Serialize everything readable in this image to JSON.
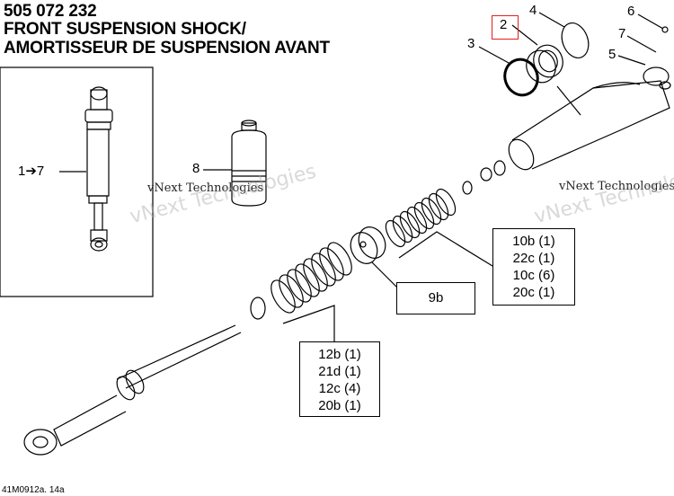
{
  "header": {
    "part_number": "505 072 232",
    "title_en": "FRONT SUSPENSION SHOCK/",
    "title_fr": "AMORTISSEUR DE SUSPENSION AVANT"
  },
  "callouts": {
    "c1to7": "1➔7",
    "c8": "8",
    "c2": "2",
    "c3": "3",
    "c4": "4",
    "c5": "5",
    "c6": "6",
    "c7": "7"
  },
  "boxes": {
    "box_9b": "9b",
    "box_right": [
      "10b (1)",
      "22c (1)",
      "10c (6)",
      "20c (1)"
    ],
    "box_bottom": [
      "12b (1)",
      "21d (1)",
      "12c (4)",
      "20b (1)"
    ]
  },
  "watermarks": {
    "small_left": "vNext Technologies",
    "small_right": "vNext Technologies",
    "big_left": "vNext Technologies",
    "big_right": "vNext Technologies"
  },
  "reference": "41M0912a. 14a",
  "colors": {
    "highlight": "#e02020",
    "line": "#000000"
  }
}
